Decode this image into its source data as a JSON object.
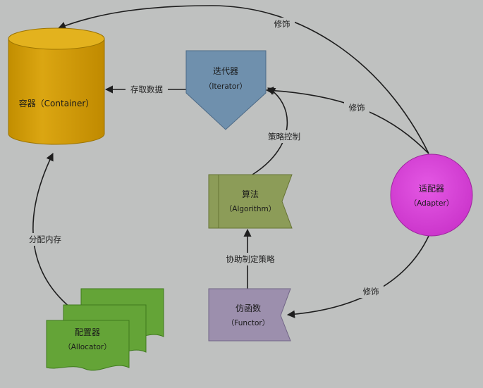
{
  "nodes": {
    "container": {
      "title": "容器（Container）",
      "color": "#d39e00"
    },
    "iterator": {
      "title": "迭代器",
      "sub": "（Iterator）",
      "color": "#6f90ad"
    },
    "algorithm": {
      "title": "算法",
      "sub": "（Algorithm）",
      "color": "#8c9c58"
    },
    "functor": {
      "title": "仿函数",
      "sub": "（Functor）",
      "color": "#9c8fad"
    },
    "adapter": {
      "title": "适配器",
      "sub": "（Adapter）",
      "color": "#d63fd6"
    },
    "allocator": {
      "title": "配置器",
      "sub": "（Allocator）",
      "color": "#64a437"
    }
  },
  "edges": {
    "adapter_container": "修饰",
    "adapter_iterator": "修饰",
    "adapter_functor": "修饰",
    "iterator_container": "存取数据",
    "algorithm_iterator": "策略控制",
    "functor_algorithm": "协助制定策略",
    "allocator_container": "分配内存"
  }
}
